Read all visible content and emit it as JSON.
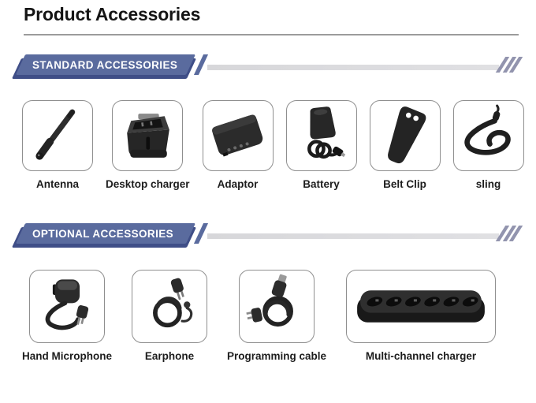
{
  "page": {
    "title": "Product Accessories"
  },
  "sections": [
    {
      "id": "standard",
      "banner": "STANDARD ACCESSORIES",
      "items": [
        {
          "label": "Antenna",
          "icon": "antenna-photo"
        },
        {
          "label": "Desktop charger",
          "icon": "desktop-charger-photo"
        },
        {
          "label": "Adaptor",
          "icon": "adaptor-photo"
        },
        {
          "label": "Battery",
          "icon": "battery-photo"
        },
        {
          "label": "Belt Clip",
          "icon": "belt-clip-photo"
        },
        {
          "label": "sling",
          "icon": "sling-photo"
        }
      ]
    },
    {
      "id": "optional",
      "banner": "OPTIONAL ACCESSORIES",
      "items": [
        {
          "label": "Hand Microphone",
          "icon": "hand-microphone-photo"
        },
        {
          "label": "Earphone",
          "icon": "earphone-photo"
        },
        {
          "label": "Programming cable",
          "icon": "programming-cable-photo"
        },
        {
          "label": "Multi-channel charger",
          "icon": "multi-channel-charger-photo"
        }
      ]
    }
  ],
  "colors": {
    "banner_fill": "#5a6b9e",
    "banner_shadow": "#3f4e87",
    "header_bar": "#dcdcdf",
    "slash": "#9294ae",
    "card_border": "#8f8f8f",
    "title_text": "#141414",
    "label_text": "#1d1d1d"
  }
}
